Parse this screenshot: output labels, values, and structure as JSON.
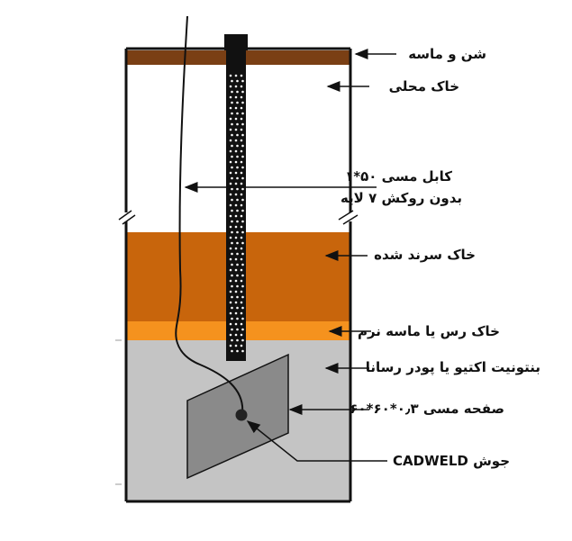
{
  "labels": {
    "gravel_sand": "شن و ماسه",
    "local_soil": "خاک محلی",
    "copper_cable_line1": "کابل مسی ۵۰*۱",
    "copper_cable_line2": "بدون روکش ۷ لایه",
    "compacted_soil": "خاک سرند شده",
    "clay_soft_sand": "خاک رس یا ماسه نرم",
    "bentonite": "بنتونیت اکتیو یا پودر رسانا",
    "copper_plate": "صفحه مسی ۰٫۳*۶۰*۶۰",
    "weld_prefix": "جوش",
    "weld_brand": "CADWELD"
  },
  "colors": {
    "gravel_layer": "#7a3f14",
    "local_soil_layer": "#ffffff",
    "compacted_layer": "#c8650c",
    "clay_layer": "#f5921e",
    "bentonite_layer": "#c4c4c4",
    "pipe": "#111111",
    "plate": "#8a8a8a",
    "outline": "#111111"
  }
}
